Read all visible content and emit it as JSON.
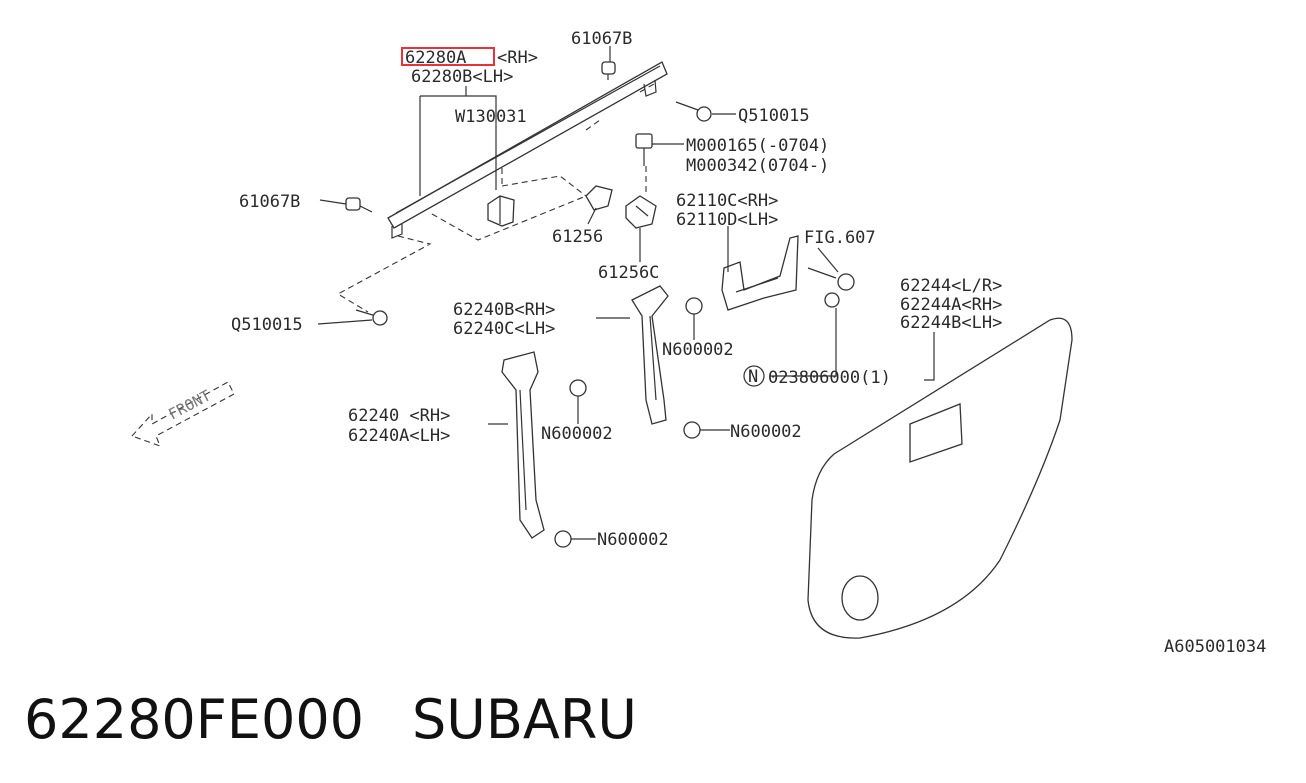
{
  "highlight_color": "#e8313a",
  "labels": {
    "l_62280a": "62280A",
    "l_62280a_suffix": "<RH>",
    "l_62280b": "62280B<LH>",
    "l_61067b_top": "61067B",
    "l_q510015_top": "Q510015",
    "l_w130031": "W130031",
    "l_m000165": "M000165(-0704)",
    "l_m000342": "M000342(0704-)",
    "l_62110c": "62110C<RH>",
    "l_62110d": "62110D<LH>",
    "l_fig607": "FIG.607",
    "l_61067b_left": "61067B",
    "l_61256": "61256",
    "l_61256c": "61256C",
    "l_62244": "62244<L/R>",
    "l_62244a": "62244A<RH>",
    "l_62244b": "62244B<LH>",
    "l_62240b": "62240B<RH>",
    "l_62240c": "62240C<LH>",
    "l_n600002_a": "N600002",
    "l_q510015_left": "Q510015",
    "l_circle_n": "N",
    "l_023806000": "023806000(1)",
    "l_front": "FRONT",
    "l_62240": "62240 <RH>",
    "l_62240a": "62240A<LH>",
    "l_n600002_b": "N600002",
    "l_n600002_c": "N600002",
    "l_n600002_d": "N600002",
    "l_ref": "A605001034"
  },
  "footer": {
    "part_number": "62280FE000",
    "brand": "SUBARU"
  }
}
